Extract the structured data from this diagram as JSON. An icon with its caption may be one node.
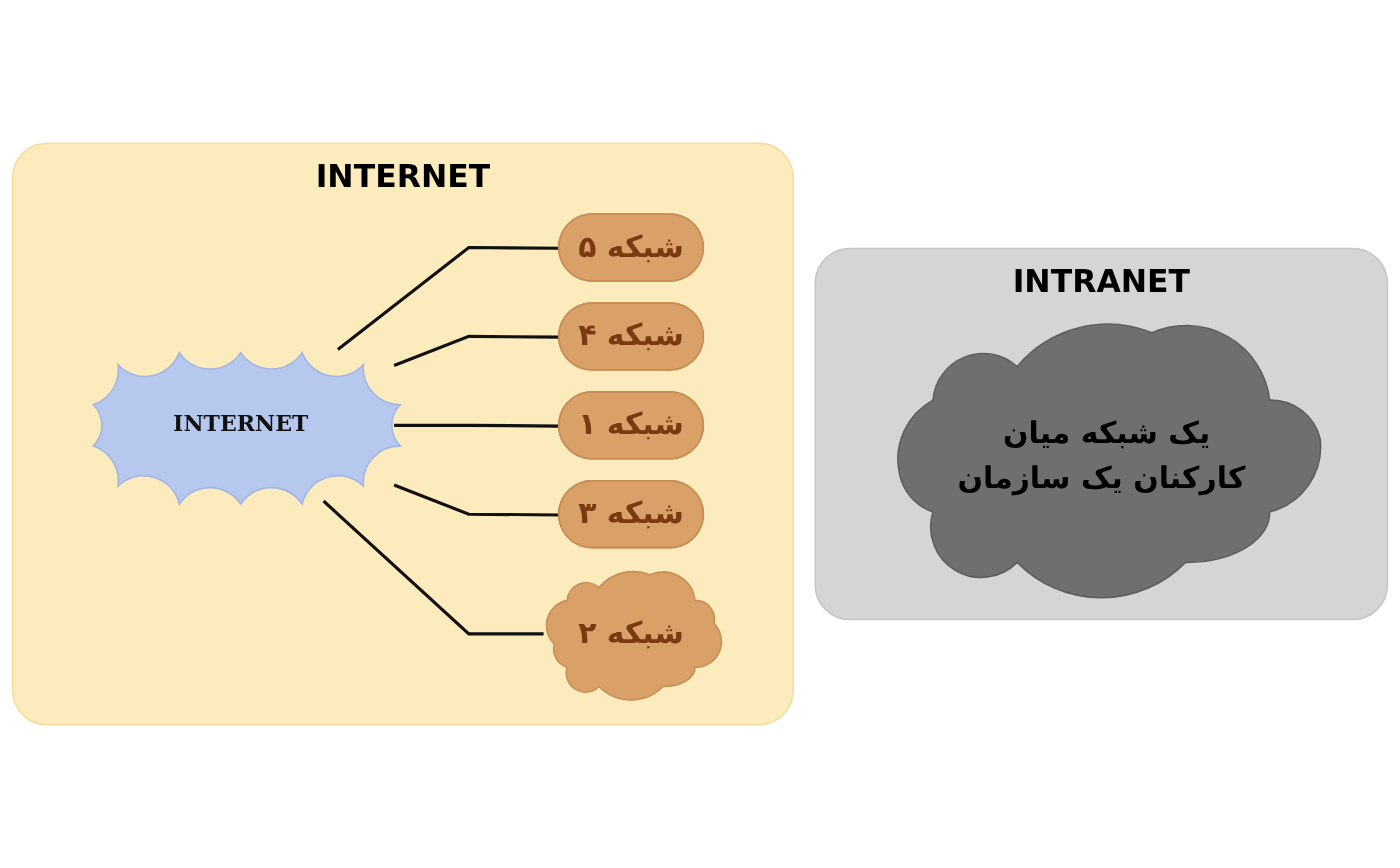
{
  "diagram": {
    "nodes": [
      {
        "text": [
          "INTERNET"
        ]
      },
      {
        "text": [
          "شبکه ۵"
        ],
        "in": 0
      },
      {
        "text": [
          "شبکه ۴"
        ],
        "in": 0
      },
      {
        "text": [
          "INTERNET"
        ],
        "in": 0
      },
      {
        "text": [
          "شبکه ۱"
        ],
        "in": 0
      },
      {
        "text": [
          "شبکه ۳"
        ],
        "in": 0
      },
      {
        "text": [
          "شبکه ۲"
        ],
        "in": 0
      },
      {
        "text": [
          "INTRANET"
        ]
      },
      {
        "text": [
          "یک شبکه میان کارکنان یک سازمان"
        ],
        "in": 7
      }
    ],
    "edges": [
      {
        "from": 3,
        "to": 1,
        "arrow": "none"
      },
      {
        "from": 3,
        "to": 2,
        "arrow": "none"
      },
      {
        "from": 3,
        "to": 4,
        "arrow": "none"
      },
      {
        "from": 3,
        "to": 5,
        "arrow": "none"
      },
      {
        "from": 3,
        "to": 6,
        "arrow": "none"
      }
    ]
  }
}
